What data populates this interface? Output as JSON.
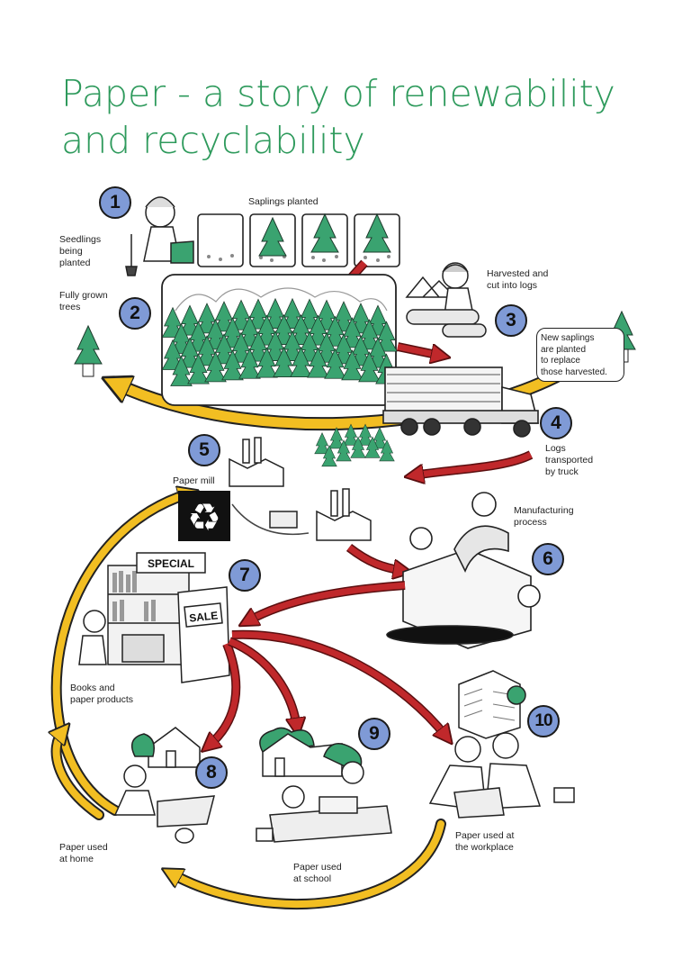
{
  "title": {
    "line1": "Paper - a story of renewability",
    "line2": "and recyclability"
  },
  "colors": {
    "title_green": "#2e9a5c",
    "badge_blue": "#7f9ad6",
    "arrow_red": "#c0282b",
    "arrow_yellow": "#f2be22",
    "tree_green": "#3aa370"
  },
  "steps": [
    {
      "number": "1",
      "lines": [
        "Seedlings",
        "being",
        "planted"
      ]
    },
    {
      "number": "2",
      "lines": [
        "Fully grown",
        "trees"
      ]
    },
    {
      "number": "3",
      "lines": [
        "Harvested and",
        "cut into logs"
      ]
    },
    {
      "number": "4",
      "lines": [
        "Logs",
        "transported",
        "by truck"
      ]
    },
    {
      "number": "5",
      "lines": [
        "Paper mill"
      ]
    },
    {
      "number": "6",
      "lines": [
        "Manufacturing",
        "process"
      ]
    },
    {
      "number": "7",
      "lines": [
        "Books and",
        "paper products"
      ]
    },
    {
      "number": "8",
      "lines": [
        "Paper used",
        "at home"
      ]
    },
    {
      "number": "9",
      "lines": [
        "Paper used",
        "at school"
      ]
    },
    {
      "number": "10",
      "lines": [
        "Paper used at",
        "the workplace"
      ]
    }
  ],
  "saplings_label": "Saplings planted",
  "replant_note": [
    "New saplings",
    "are planted",
    "to replace",
    "those harvested."
  ],
  "shop_signs": {
    "special": "SPECIAL",
    "sale": "SALE"
  },
  "icons": [
    "recycle-icon",
    "tree-icon",
    "truck-icon",
    "factory-icon",
    "bookshelf-icon",
    "house-icon",
    "school-icon",
    "office-building-icon"
  ]
}
